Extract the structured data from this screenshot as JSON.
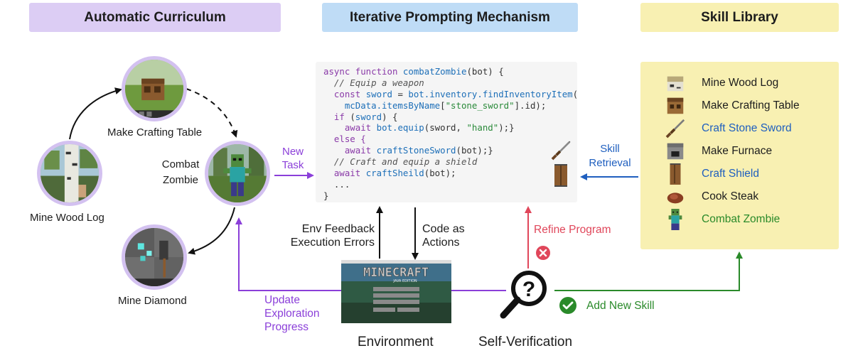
{
  "headers": {
    "curriculum": "Automatic Curriculum",
    "prompting": "Iterative Prompting Mechanism",
    "library": "Skill Library"
  },
  "curriculum": {
    "mine_wood_log": "Mine Wood Log",
    "make_crafting_table": "Make Crafting Table",
    "combat_zombie_line1": "Combat",
    "combat_zombie_line2": "Zombie",
    "mine_diamond": "Mine Diamond"
  },
  "new_task": {
    "line1": "New",
    "line2": "Task"
  },
  "code": {
    "l1_kw": "async function ",
    "l1_fn": "combatZombie",
    "l1_tx": "(bot) {",
    "l2_cm": "  // Equip a weapon",
    "l3_kw": "  const ",
    "l3_fn1": "sword",
    "l3_tx1": " = ",
    "l3_fn2": "bot.inventory.findInventoryItem",
    "l3_tx2": "(",
    "l4_fn": "    mcData.itemsByName",
    "l4_tx1": "[",
    "l4_str": "\"stone_sword\"",
    "l4_tx2": "].id);",
    "l5_kw": "  if ",
    "l5_tx1": "(",
    "l5_fn": "sword",
    "l5_tx2": ") {",
    "l6_kw": "    await ",
    "l6_fn": "bot.equip",
    "l6_tx1": "(sword, ",
    "l6_str": "\"hand\"",
    "l6_tx2": ");}",
    "l7_kw": "  else {",
    "l8_kw": "    await ",
    "l8_fn": "craftStoneSword",
    "l8_tx": "(bot);}",
    "l9_cm": "  // Craft and equip a shield",
    "l10_kw": "  await ",
    "l10_fn": "craftSheild",
    "l10_tx": "(bot);",
    "l11_tx": "  ...",
    "l12_tx": "}"
  },
  "skill_retrieval": {
    "line1": "Skill",
    "line2": "Retrieval"
  },
  "skills": [
    {
      "label": "Mine Wood  Log",
      "color": "#1d1d1d",
      "icon": "wood-log-icon"
    },
    {
      "label": "Make Crafting Table",
      "color": "#1d1d1d",
      "icon": "crafting-table-icon"
    },
    {
      "label": "Craft Stone Sword",
      "color": "#1f5fbf",
      "icon": "stone-sword-icon"
    },
    {
      "label": "Make Furnace",
      "color": "#1d1d1d",
      "icon": "furnace-icon"
    },
    {
      "label": "Craft Shield",
      "color": "#1f5fbf",
      "icon": "shield-icon"
    },
    {
      "label": "Cook Steak",
      "color": "#1d1d1d",
      "icon": "steak-icon"
    },
    {
      "label": "Combat Zombie",
      "color": "#2a8a2a",
      "icon": "zombie-icon"
    }
  ],
  "env_feedback": {
    "line1": "Env Feedback",
    "line2": "Execution Errors"
  },
  "code_as_actions": {
    "line1": "Code as",
    "line2": "Actions"
  },
  "refine_program": "Refine Program",
  "update_progress": {
    "line1": "Update",
    "line2": "Exploration",
    "line3": "Progress"
  },
  "add_new_skill": "Add New Skill",
  "environment": "Environment",
  "self_verification": "Self-Verification",
  "env_screen": {
    "title": "MINECRAFT",
    "edition": "JAVA EDITION"
  },
  "colors": {
    "purple": "#8b3fd9",
    "blue": "#1f5fbf",
    "red": "#e0465a",
    "green": "#2a8a2a"
  }
}
